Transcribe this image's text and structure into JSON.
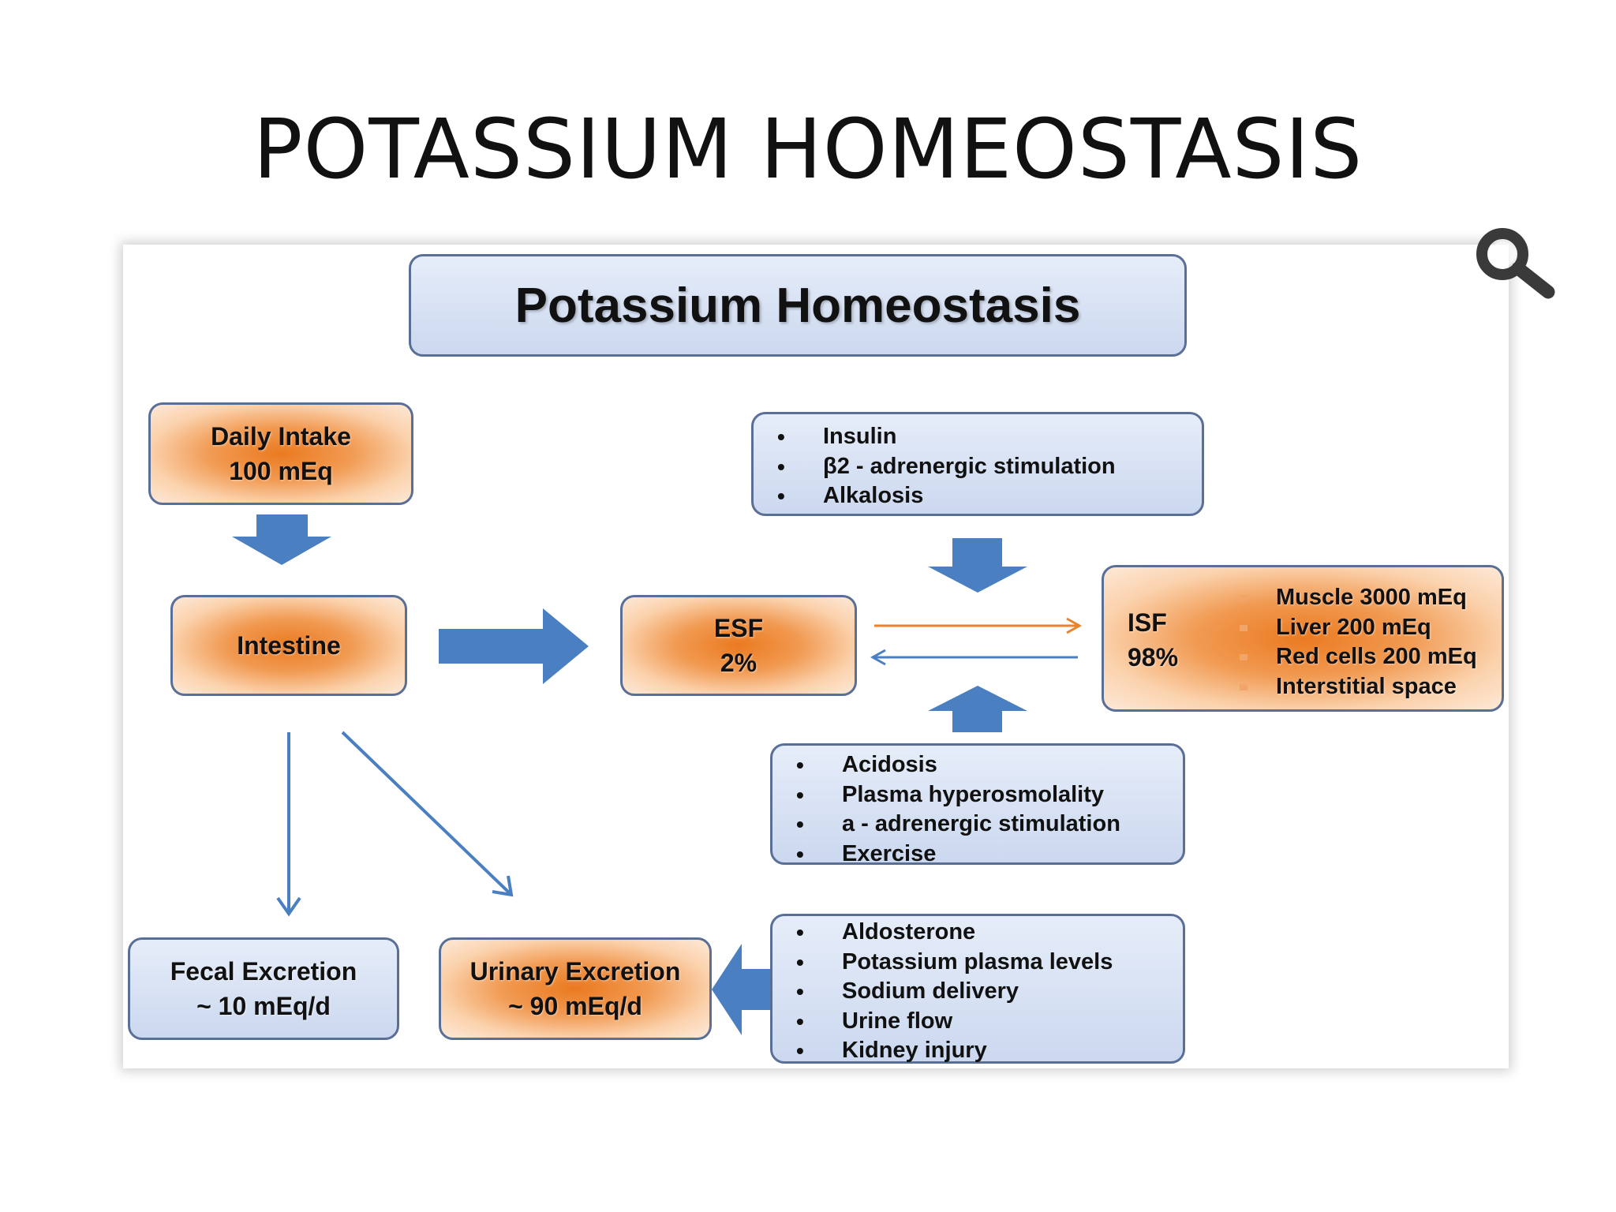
{
  "slide_title": "POTASSIUM HOMEOSTASIS",
  "diagram": {
    "heading": "Potassium Homeostasis",
    "daily_intake": {
      "line1": "Daily Intake",
      "line2": "100 mEq"
    },
    "intestine": "Intestine",
    "esf": {
      "line1": "ESF",
      "line2": "2%"
    },
    "isf": {
      "line1": "ISF",
      "line2": "98%",
      "items": [
        "Muscle 3000 mEq",
        "Liver 200 mEq",
        "Red cells 200 mEq",
        "Interstitial space"
      ]
    },
    "uptake_factors": [
      "Insulin",
      "β2 - adrenergic stimulation",
      "Alkalosis"
    ],
    "release_factors": [
      "Acidosis",
      "Plasma hyperosmolality",
      "a - adrenergic stimulation",
      "Exercise"
    ],
    "fecal": {
      "line1": "Fecal Excretion",
      "line2": "~ 10 mEq/d"
    },
    "urinary": {
      "line1": "Urinary Excretion",
      "line2": "~ 90 mEq/d"
    },
    "renal_factors": [
      "Aldosterone",
      "Potassium plasma levels",
      "Sodium delivery",
      "Urine flow",
      "Kidney injury"
    ]
  },
  "colors": {
    "arrow_blue": "#4a7fc1",
    "arrow_orange": "#e8832e",
    "box_border": "#5a6f96",
    "box_orange": "#ea7a20",
    "box_blue": "#cbd8ef"
  },
  "icons": {
    "zoom": "magnifier-icon"
  }
}
